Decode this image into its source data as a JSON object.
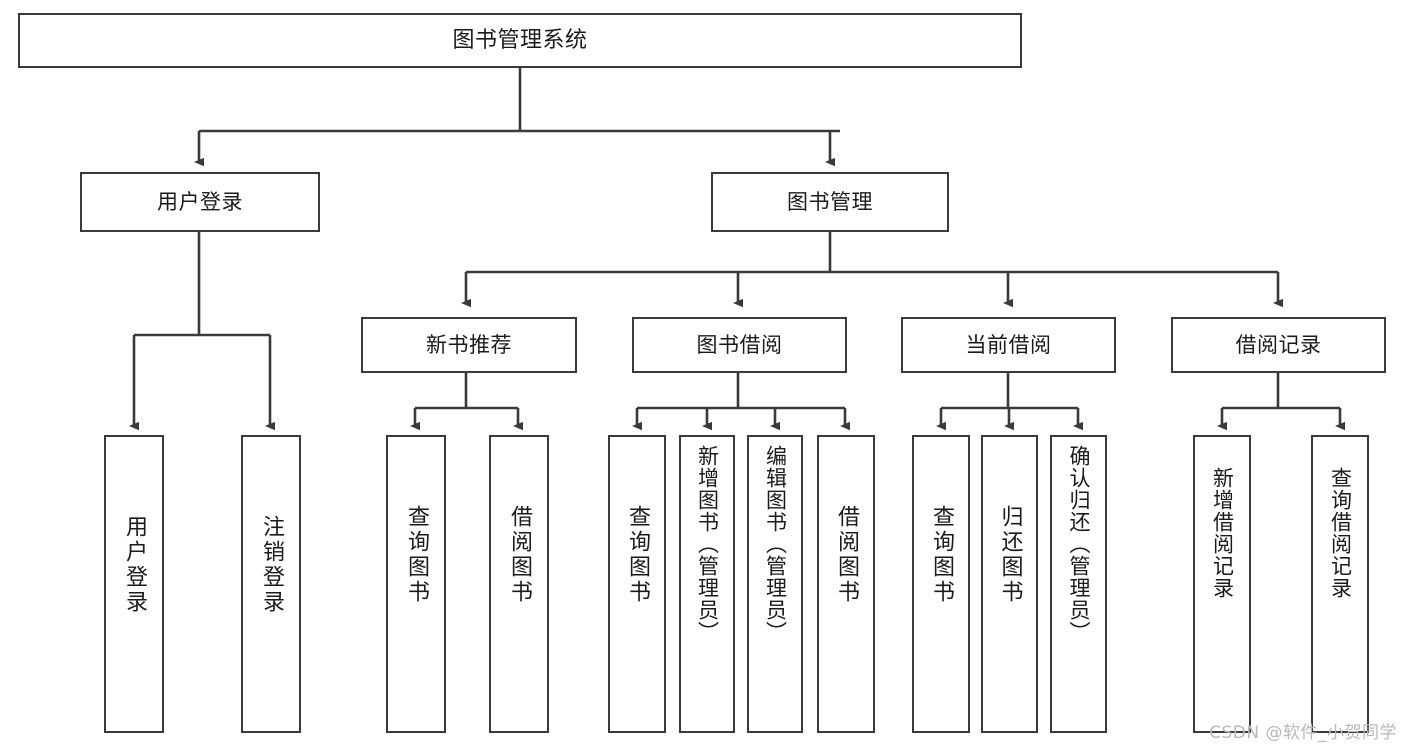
{
  "diagram": {
    "title": "图书管理系统",
    "type": "functional-structure-tree",
    "watermark": "CSDN @软件_小贺同学",
    "colors": {
      "stroke": "#3a3a3a",
      "fill": "#ffffff",
      "text": "#1b1b1b",
      "watermark": "#b9b9b9"
    },
    "root": {
      "label": "图书管理系统"
    },
    "level2": [
      {
        "label": "用户登录"
      },
      {
        "label": "图书管理"
      }
    ],
    "level3": [
      {
        "label": "新书推荐"
      },
      {
        "label": "图书借阅"
      },
      {
        "label": "当前借阅"
      },
      {
        "label": "借阅记录"
      }
    ],
    "leaves": {
      "user_login": [
        {
          "label": "用户登录"
        },
        {
          "label": "注销登录"
        }
      ],
      "new_book_recommend": [
        {
          "label": "查询图书"
        },
        {
          "label": "借阅图书"
        }
      ],
      "book_borrow": [
        {
          "label": "查询图书"
        },
        {
          "label": "新增图书（管理员）"
        },
        {
          "label": "编辑图书（管理员）"
        },
        {
          "label": "借阅图书"
        }
      ],
      "current_borrow": [
        {
          "label": "查询图书"
        },
        {
          "label": "归还图书"
        },
        {
          "label": "确认归还（管理员）"
        }
      ],
      "borrow_record": [
        {
          "label": "新增借阅记录"
        },
        {
          "label": "查询借阅记录"
        }
      ]
    }
  }
}
